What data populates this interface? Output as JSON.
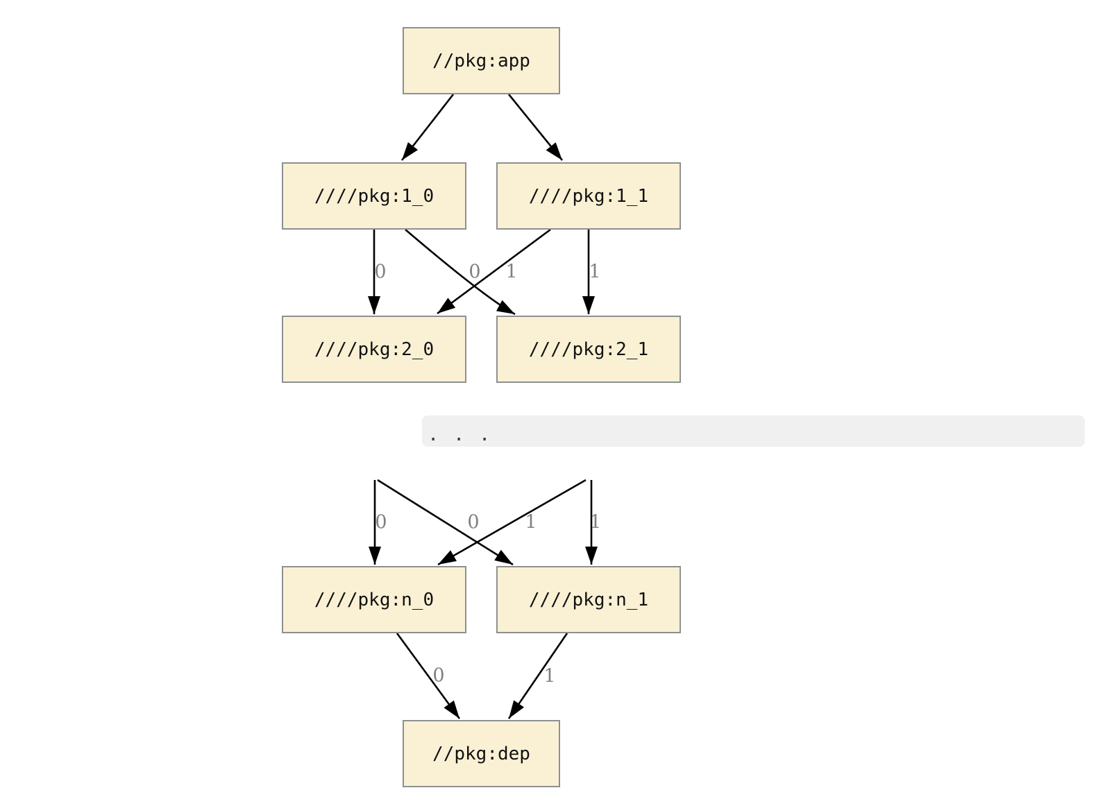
{
  "diagram_type": "package-dependency-graph",
  "colors": {
    "background": "#FFFFFF",
    "node_fill": "#FAF1D5",
    "node_border": "#8B9090",
    "edge": "#000000",
    "edge_label": "#808080",
    "ellipsis_bar_bg": "#F0F0F0",
    "ellipsis_dots": "#3A3A3A"
  },
  "nodes": {
    "app": "//pkg:app",
    "n1_0": "////pkg:1_0",
    "n1_1": "////pkg:1_1",
    "n2_0": "////pkg:2_0",
    "n2_1": "////pkg:2_1",
    "nn_0": "////pkg:n_0",
    "nn_1": "////pkg:n_1",
    "dep": "//pkg:dep"
  },
  "edge_labels": {
    "u1": "0",
    "u2": "0",
    "u3": "1",
    "u4": "1",
    "m1": "0",
    "m2": "0",
    "m3": "1",
    "m4": "1",
    "b1": "0",
    "b2": "1"
  },
  "ellipsis": ". . ."
}
